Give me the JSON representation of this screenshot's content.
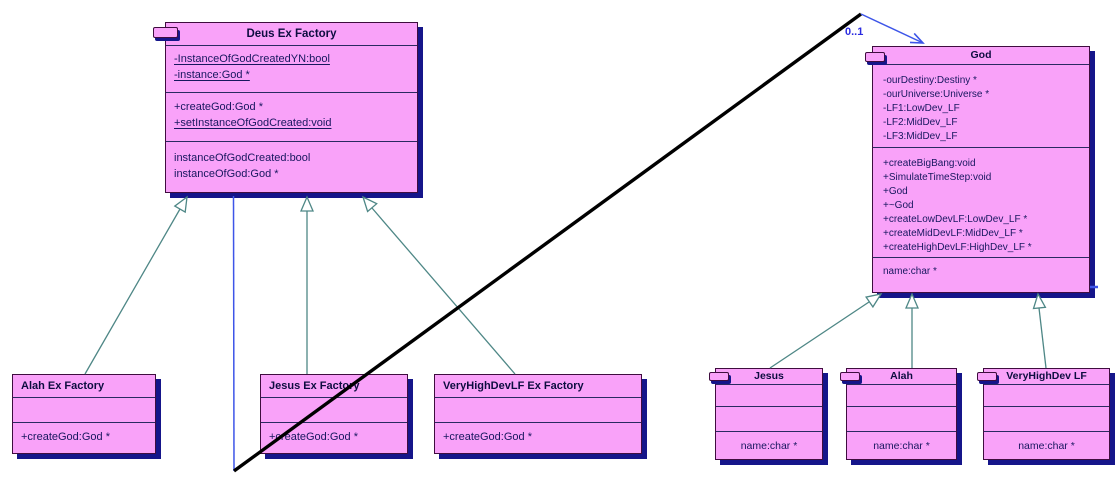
{
  "colors": {
    "class_fill": "#f9a2f9",
    "class_border": "#3f0d3f",
    "shadow_navy": "#15158a",
    "generalization_teal": "#4e8786",
    "association_blue": "#3d55e8",
    "text_navy": "#17175f"
  },
  "association": {
    "multiplicity_label": "0..1"
  },
  "classes": {
    "deus": {
      "title": "Deus Ex Factory",
      "icon": "class-icon",
      "attributes": [
        {
          "label": "-InstanceOfGodCreatedYN:bool",
          "static": true
        },
        {
          "label": "-instance:God *",
          "static": true
        }
      ],
      "methods": [
        {
          "label": "+createGod:God *",
          "static": false
        },
        {
          "label": "+setInstanceOfGodCreated:void",
          "static": true
        }
      ],
      "properties": [
        {
          "label": "instanceOfGodCreated:bool"
        },
        {
          "label": "instanceOfGod:God *"
        }
      ]
    },
    "god": {
      "title": "God",
      "icon": "class-icon",
      "attributes": [
        {
          "label": "-ourDestiny:Destiny *"
        },
        {
          "label": "-ourUniverse:Universe *"
        },
        {
          "label": "-LF1:LowDev_LF"
        },
        {
          "label": "-LF2:MidDev_LF"
        },
        {
          "label": "-LF3:MidDev_LF"
        }
      ],
      "methods": [
        {
          "label": "+createBigBang:void"
        },
        {
          "label": "+SimulateTimeStep:void"
        },
        {
          "label": "+God"
        },
        {
          "label": "+~God"
        },
        {
          "label": "+createLowDevLF:LowDev_LF *"
        },
        {
          "label": "+createMidDevLF:MidDev_LF *"
        },
        {
          "label": "+createHighDevLF:HighDev_LF *"
        }
      ],
      "properties": [
        {
          "label": "name:char *"
        }
      ]
    },
    "alah_factory": {
      "title": "Alah Ex Factory",
      "methods": [
        {
          "label": "+createGod:God *"
        }
      ]
    },
    "jesus_factory": {
      "title": "Jesus Ex Factory",
      "methods": [
        {
          "label": "+createGod:God *"
        }
      ]
    },
    "veryhighdev_factory": {
      "title": "VeryHighDevLF Ex Factory",
      "methods": [
        {
          "label": "+createGod:God *"
        }
      ]
    },
    "jesus": {
      "title": "Jesus",
      "icon": "class-icon",
      "properties": [
        {
          "label": "name:char *"
        }
      ]
    },
    "alah": {
      "title": "Alah",
      "icon": "class-icon",
      "properties": [
        {
          "label": "name:char *"
        }
      ]
    },
    "veryhighdev": {
      "title": "VeryHighDev LF",
      "icon": "class-icon",
      "properties": [
        {
          "label": "name:char *"
        }
      ]
    }
  }
}
